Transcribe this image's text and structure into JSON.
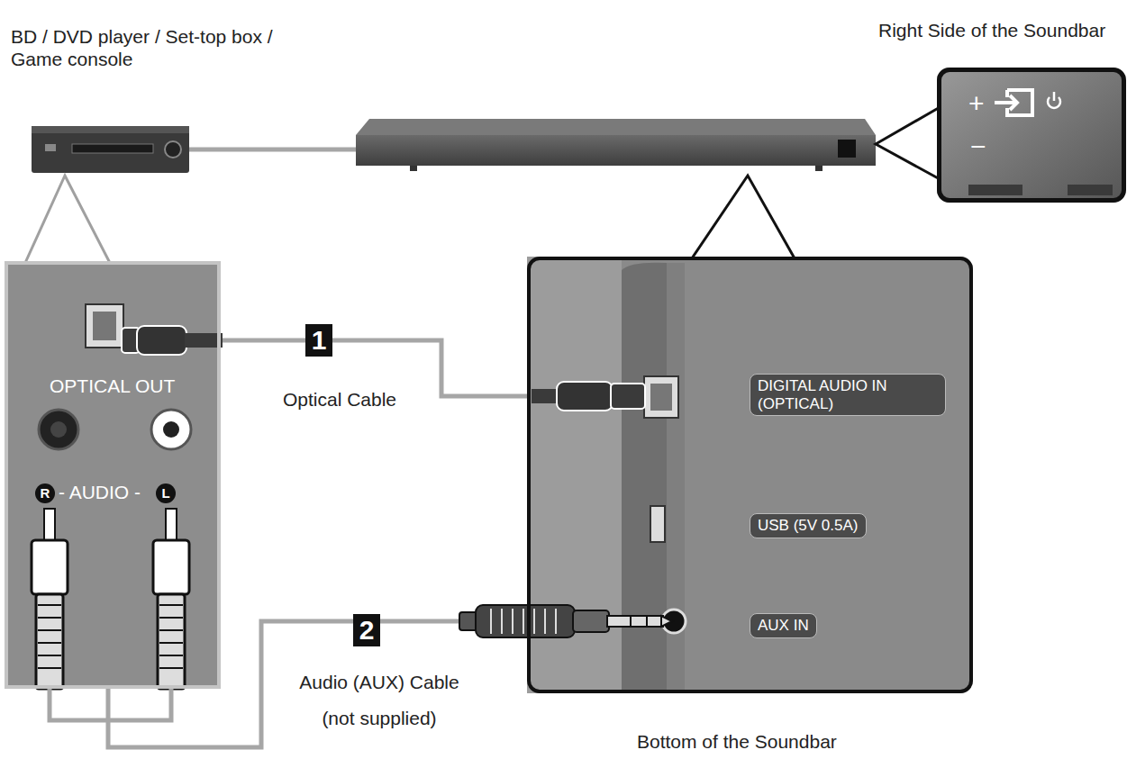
{
  "diagram": {
    "nodes": [
      {
        "text": [
          "OPTICAL OUT",
          "R",
          "- AUDIO -",
          "L"
        ]
      },
      {
        "text": [
          "Bottom of the Soundbar",
          "DIGITAL AUDIO IN (OPTICAL)",
          "USB (5V 0.5A)",
          "AUX IN"
        ]
      },
      {
        "text": [
          "Right Side of the Soundbar",
          "+",
          "−"
        ]
      }
    ],
    "edges": [
      {
        "from": 0,
        "to": 1,
        "arrow": "none",
        "label": "Optical Cable"
      },
      {
        "from": 0,
        "to": 1,
        "arrow": "none",
        "label": "Audio (AUX) Cable (not supplied)"
      }
    ],
    "labels": [
      "BD / DVD player / Set-top box / Game console",
      "1",
      "2"
    ]
  }
}
